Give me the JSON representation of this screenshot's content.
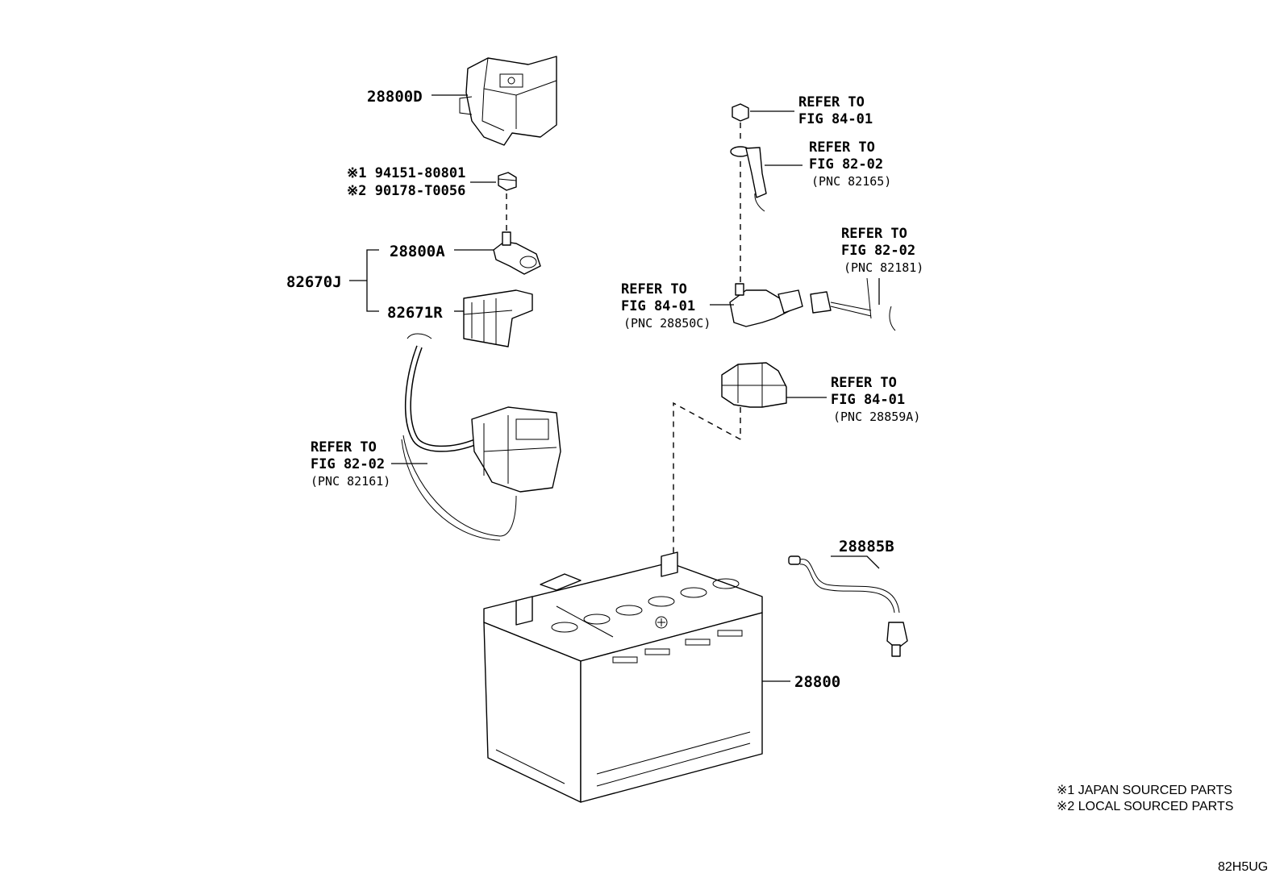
{
  "labels": {
    "tray_28800D": "28800D",
    "nut_ref1": "※1 94151-80801",
    "nut_ref2": "※2 90178-T0056",
    "clamp_28800A": "28800A",
    "assy_82670J": "82670J",
    "cover_82671R": "82671R",
    "cable_left": {
      "line1": "REFER TO",
      "line2": "FIG 82-02",
      "line3": "(PNC 82161)"
    },
    "nut_right": {
      "line1": "REFER TO",
      "line2": "FIG 84-01"
    },
    "cable_right_top": {
      "line1": "REFER TO",
      "line2": "FIG 82-02",
      "line3": "(PNC 82165)"
    },
    "wire_right": {
      "line1": "REFER TO",
      "line2": "FIG 82-02",
      "line3": "(PNC 82181)"
    },
    "sensor": {
      "line1": "REFER TO",
      "line2": "FIG 84-01",
      "line3": "(PNC 28850C)"
    },
    "sensor_cover": {
      "line1": "REFER TO",
      "line2": "FIG 84-01",
      "line3": "(PNC 28859A)"
    },
    "hose_28885B": "28885B",
    "battery_28800": "28800"
  },
  "notes": {
    "note1": "※1 JAPAN SOURCED PARTS",
    "note2": "※2 LOCAL SOURCED PARTS"
  },
  "figure_code": "82H5UG"
}
